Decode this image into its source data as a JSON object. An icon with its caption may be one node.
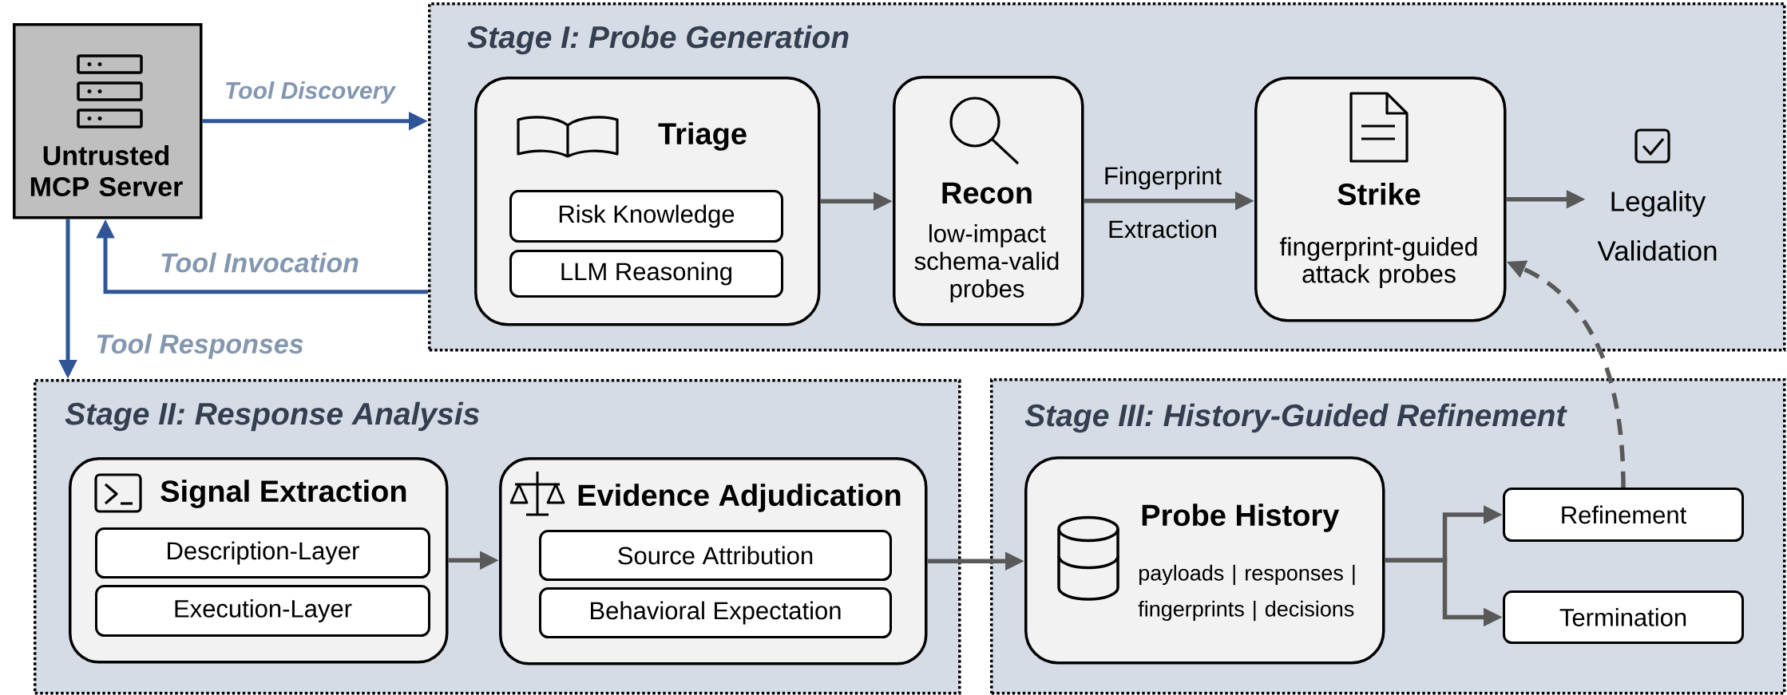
{
  "diagram": {
    "nodes": [
      {
        "text": [
          "Untrusted MCP Server"
        ]
      },
      {
        "text": [
          "Stage I: Probe Generation"
        ]
      },
      {
        "text": [
          "Triage"
        ],
        "in": 1
      },
      {
        "text": [
          "Risk Knowledge"
        ],
        "in": 2
      },
      {
        "text": [
          "LLM Reasoning"
        ],
        "in": 2
      },
      {
        "text": [
          "Recon",
          "low-impact schema-valid probes"
        ],
        "in": 1
      },
      {
        "text": [
          "Strike",
          "fingerprint-guided attack probes"
        ],
        "in": 1
      },
      {
        "text": [
          "Legality Validation"
        ],
        "in": 1
      },
      {
        "text": [
          "Stage II: Response Analysis"
        ]
      },
      {
        "text": [
          "Signal Extraction"
        ],
        "in": 8
      },
      {
        "text": [
          "Description-Layer"
        ],
        "in": 9
      },
      {
        "text": [
          "Execution-Layer"
        ],
        "in": 9
      },
      {
        "text": [
          "Evidence Adjudication"
        ],
        "in": 8
      },
      {
        "text": [
          "Source Attribution"
        ],
        "in": 12
      },
      {
        "text": [
          "Behavioral Expectation"
        ],
        "in": 12
      },
      {
        "text": [
          "Stage III: History-Guided Refinement"
        ]
      },
      {
        "text": [
          "Probe History",
          "payloads | responses | fingerprints | decisions"
        ],
        "in": 15
      },
      {
        "text": [
          "Refinement"
        ],
        "in": 15
      },
      {
        "text": [
          "Termination"
        ],
        "in": 15
      }
    ],
    "edges": [
      {
        "from": 0,
        "to": 1,
        "arrow": "to",
        "label": "Tool Discovery",
        "color": "#2f5597"
      },
      {
        "from": 1,
        "to": 0,
        "arrow": "to",
        "label": "Tool Invocation",
        "color": "#2f5597"
      },
      {
        "from": 0,
        "to": 8,
        "arrow": "to",
        "label": "Tool Responses",
        "color": "#2f5597"
      },
      {
        "from": 2,
        "to": 5,
        "arrow": "to"
      },
      {
        "from": 5,
        "to": 6,
        "arrow": "to",
        "label": "Fingerprint Extraction"
      },
      {
        "from": 6,
        "to": 7,
        "arrow": "to"
      },
      {
        "from": 9,
        "to": 12,
        "arrow": "to"
      },
      {
        "from": 12,
        "to": 16,
        "arrow": "to"
      },
      {
        "from": 16,
        "to": 17,
        "arrow": "to"
      },
      {
        "from": 16,
        "to": 18,
        "arrow": "to"
      },
      {
        "from": 17,
        "to": 6,
        "arrow": "to",
        "style": "dashed"
      }
    ]
  }
}
